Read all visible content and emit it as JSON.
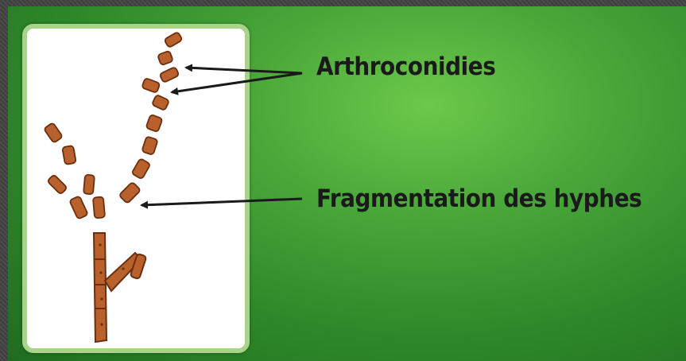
{
  "labels": {
    "arthroconidies": "Arthroconidies",
    "fragmentation": "Fragmentation des hyphes"
  },
  "colors": {
    "background_green": "#3f9a32",
    "panel_border": "#a8d48a",
    "hypha_fill": "#b8612c",
    "hypha_outline": "#6b2f10",
    "text": "#1a1a1a",
    "arrow": "#1a1a1a"
  },
  "icons": [
    "fungal-hypha-illustration",
    "arrow-icon"
  ]
}
